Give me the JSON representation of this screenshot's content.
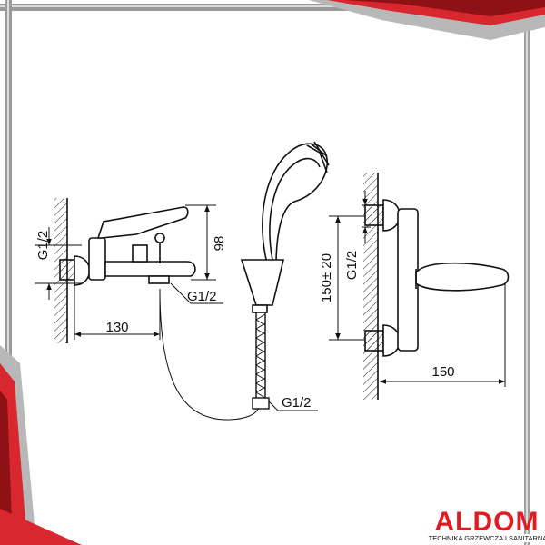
{
  "brand": {
    "name": "ALDOM",
    "tagline": "TECHNIKA GRZEWCZA I SANITARNA",
    "accent": "#e01b22"
  },
  "diagram": {
    "mixer_side": {
      "thread_vertical": "G1/2",
      "height": "98",
      "outlet_thread": "G1/2",
      "depth": "130"
    },
    "hose": {
      "thread": "G1/2"
    },
    "mixer_front": {
      "spacing": "150± 20",
      "thread": "G1/2",
      "width": "150"
    }
  }
}
